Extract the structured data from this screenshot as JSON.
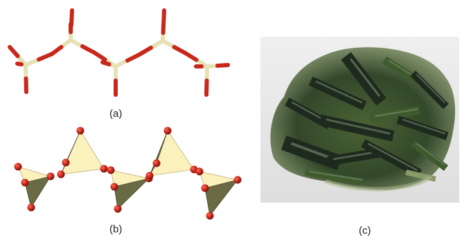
{
  "figure": {
    "panels": [
      {
        "id": "a",
        "label": "(a)",
        "kind": "ball-and-stick silicate chain"
      },
      {
        "id": "b",
        "label": "(b)",
        "kind": "polyhedral silicate chain"
      },
      {
        "id": "c",
        "label": "(c)",
        "kind": "mineral specimen photograph"
      }
    ]
  },
  "colors": {
    "silicon": "#e6e2b6",
    "oxygen": "#c8281c",
    "tetra_light": "#fbf1bd",
    "tetra_dark": "#6a6a45",
    "photo_bg": "#e8e8e8",
    "crystal_dark": "#1e2a1e",
    "crystal_green": "#3f5a2c"
  }
}
